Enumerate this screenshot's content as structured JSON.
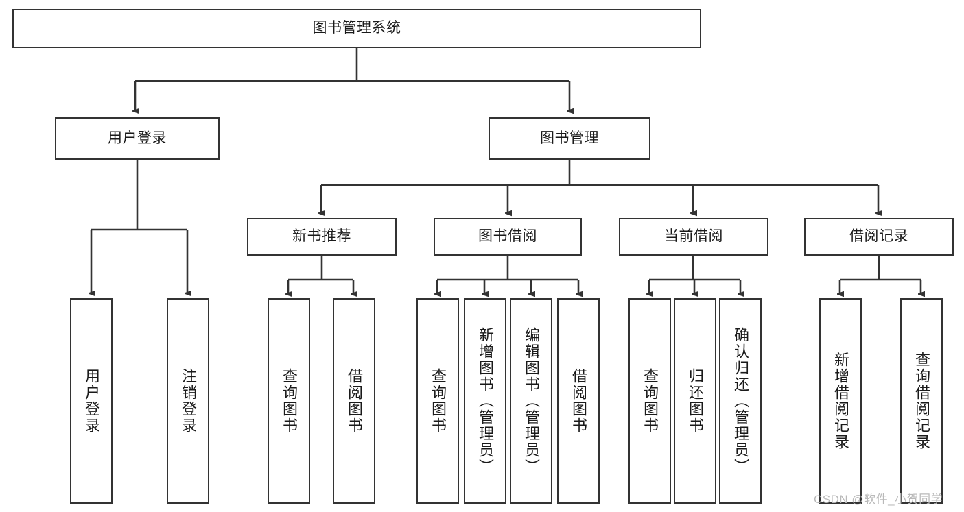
{
  "diagram": {
    "title": "图书管理系统",
    "watermark": "CSDN @软件_小贺同学",
    "line_color": "#333333",
    "box_border_color": "#333333",
    "background_color": "#ffffff",
    "text_color": "#1a1a1a"
  },
  "nodes": {
    "root": {
      "label": "图书管理系统"
    },
    "level2": [
      {
        "label": "用户登录"
      },
      {
        "label": "图书管理"
      }
    ],
    "level3": [
      {
        "label": "新书推荐"
      },
      {
        "label": "图书借阅"
      },
      {
        "label": "当前借阅"
      },
      {
        "label": "借阅记录"
      }
    ],
    "leaves_user_login": [
      {
        "label": "用户登录"
      },
      {
        "label": "注销登录"
      }
    ],
    "leaves_new_book": [
      {
        "label": "查询图书"
      },
      {
        "label": "借阅图书"
      }
    ],
    "leaves_book_borrow": [
      {
        "label": "查询图书"
      },
      {
        "label": "新增图书（管理员）"
      },
      {
        "label": "编辑图书（管理员）"
      },
      {
        "label": "借阅图书"
      }
    ],
    "leaves_current_borrow": [
      {
        "label": "查询图书"
      },
      {
        "label": "归还图书"
      },
      {
        "label": "确认归还（管理员）"
      }
    ],
    "leaves_borrow_record": [
      {
        "label": "新增借阅记录"
      },
      {
        "label": "查询借阅记录"
      }
    ]
  }
}
